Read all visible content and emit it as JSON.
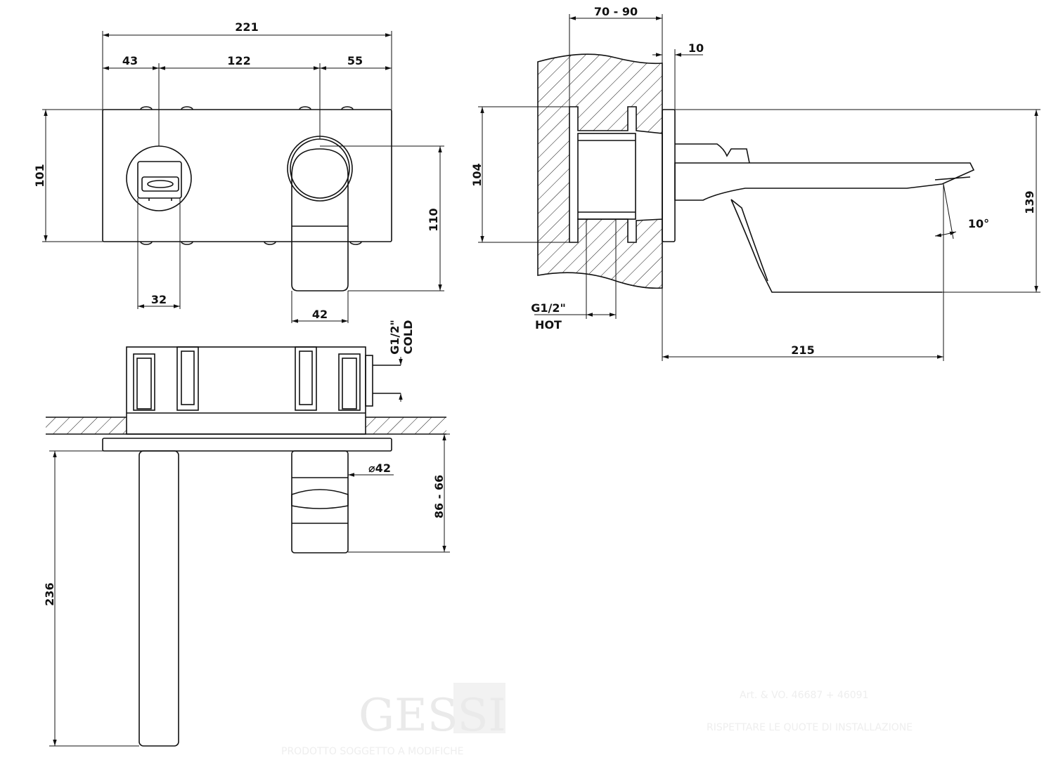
{
  "colors": {
    "line": "#111111",
    "background": "#ffffff",
    "watermark": "#e8e8e8"
  },
  "front_view": {
    "dim_overall_width": "221",
    "dim_left": "43",
    "dim_middle": "122",
    "dim_right": "55",
    "dim_height": "101",
    "dim_handle_height": "110",
    "dim_diverter_width": "32",
    "dim_handle_width": "42"
  },
  "side_view": {
    "dim_wall_depth": "70 - 90",
    "dim_plate": "10",
    "dim_body_height": "104",
    "dim_spout_projection": "215",
    "dim_total_height": "139",
    "dim_angle": "10°",
    "hot_thread": "G1/2\"",
    "hot_label": "HOT"
  },
  "top_view": {
    "cold_thread": "G1/2\"",
    "cold_label": "COLD",
    "dim_diameter": "⌀42",
    "dim_handle_projection": "86 - 66",
    "dim_spout_length": "236"
  },
  "watermark": {
    "logo": "GESSI",
    "code": "Art. & VO. 46687 + 46091",
    "line1": "RISPETTARE LE QUOTE DI INSTALLAZIONE",
    "line2": "PRODOTTO SOGGETTO A MODIFICHE"
  }
}
